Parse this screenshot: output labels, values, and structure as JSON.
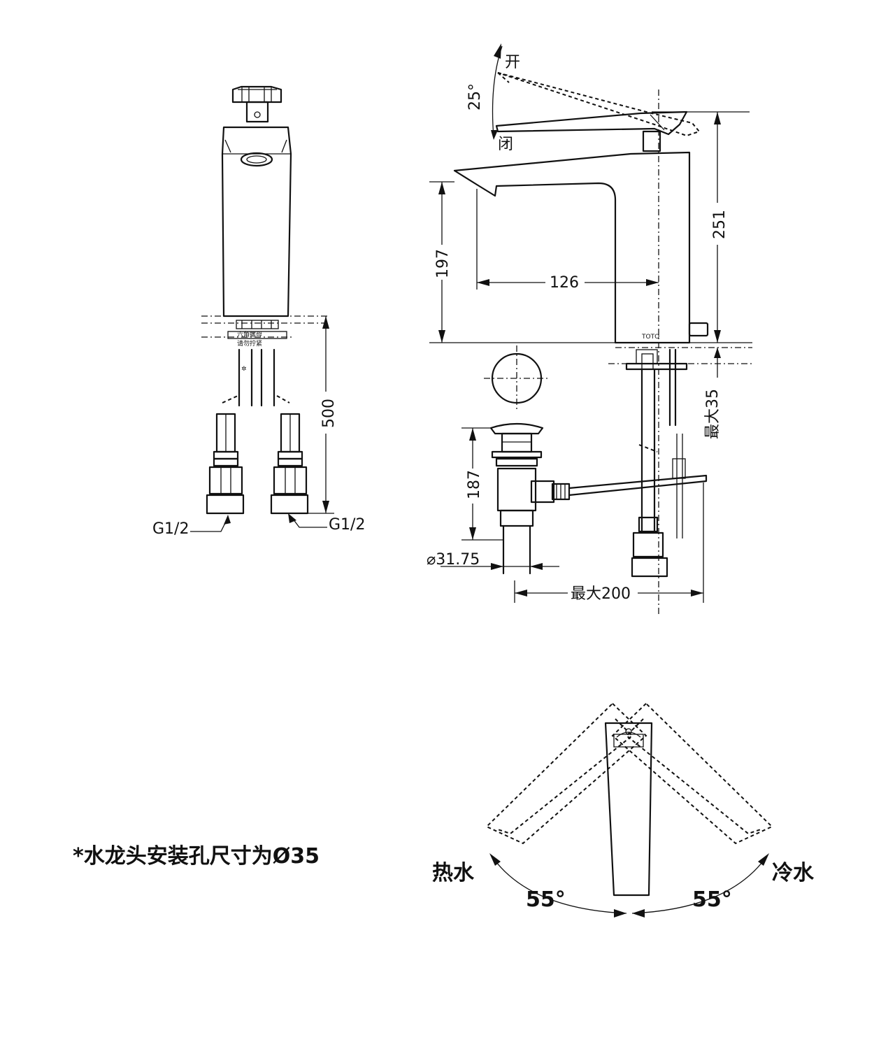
{
  "labels": {
    "open": "开",
    "close": "闭",
    "angle_lever": "25°",
    "dim_251": "251",
    "dim_197": "197",
    "dim_126": "126",
    "dim_500": "500",
    "dim_max35": "最大35",
    "dim_187": "187",
    "dim_diameter": "⌀31.75",
    "dim_max200": "最大200",
    "thread_left": "G1/2",
    "thread_right": "G1/2",
    "brand": "TOTO",
    "tag_line1": "六角螺母",
    "tag_line2": "请勿拧紧",
    "hot_water": "热水",
    "cold_water": "冷水",
    "angle_hot": "55°",
    "angle_cold": "55°"
  },
  "note": "*水龙头安装孔尺寸为Ø35"
}
